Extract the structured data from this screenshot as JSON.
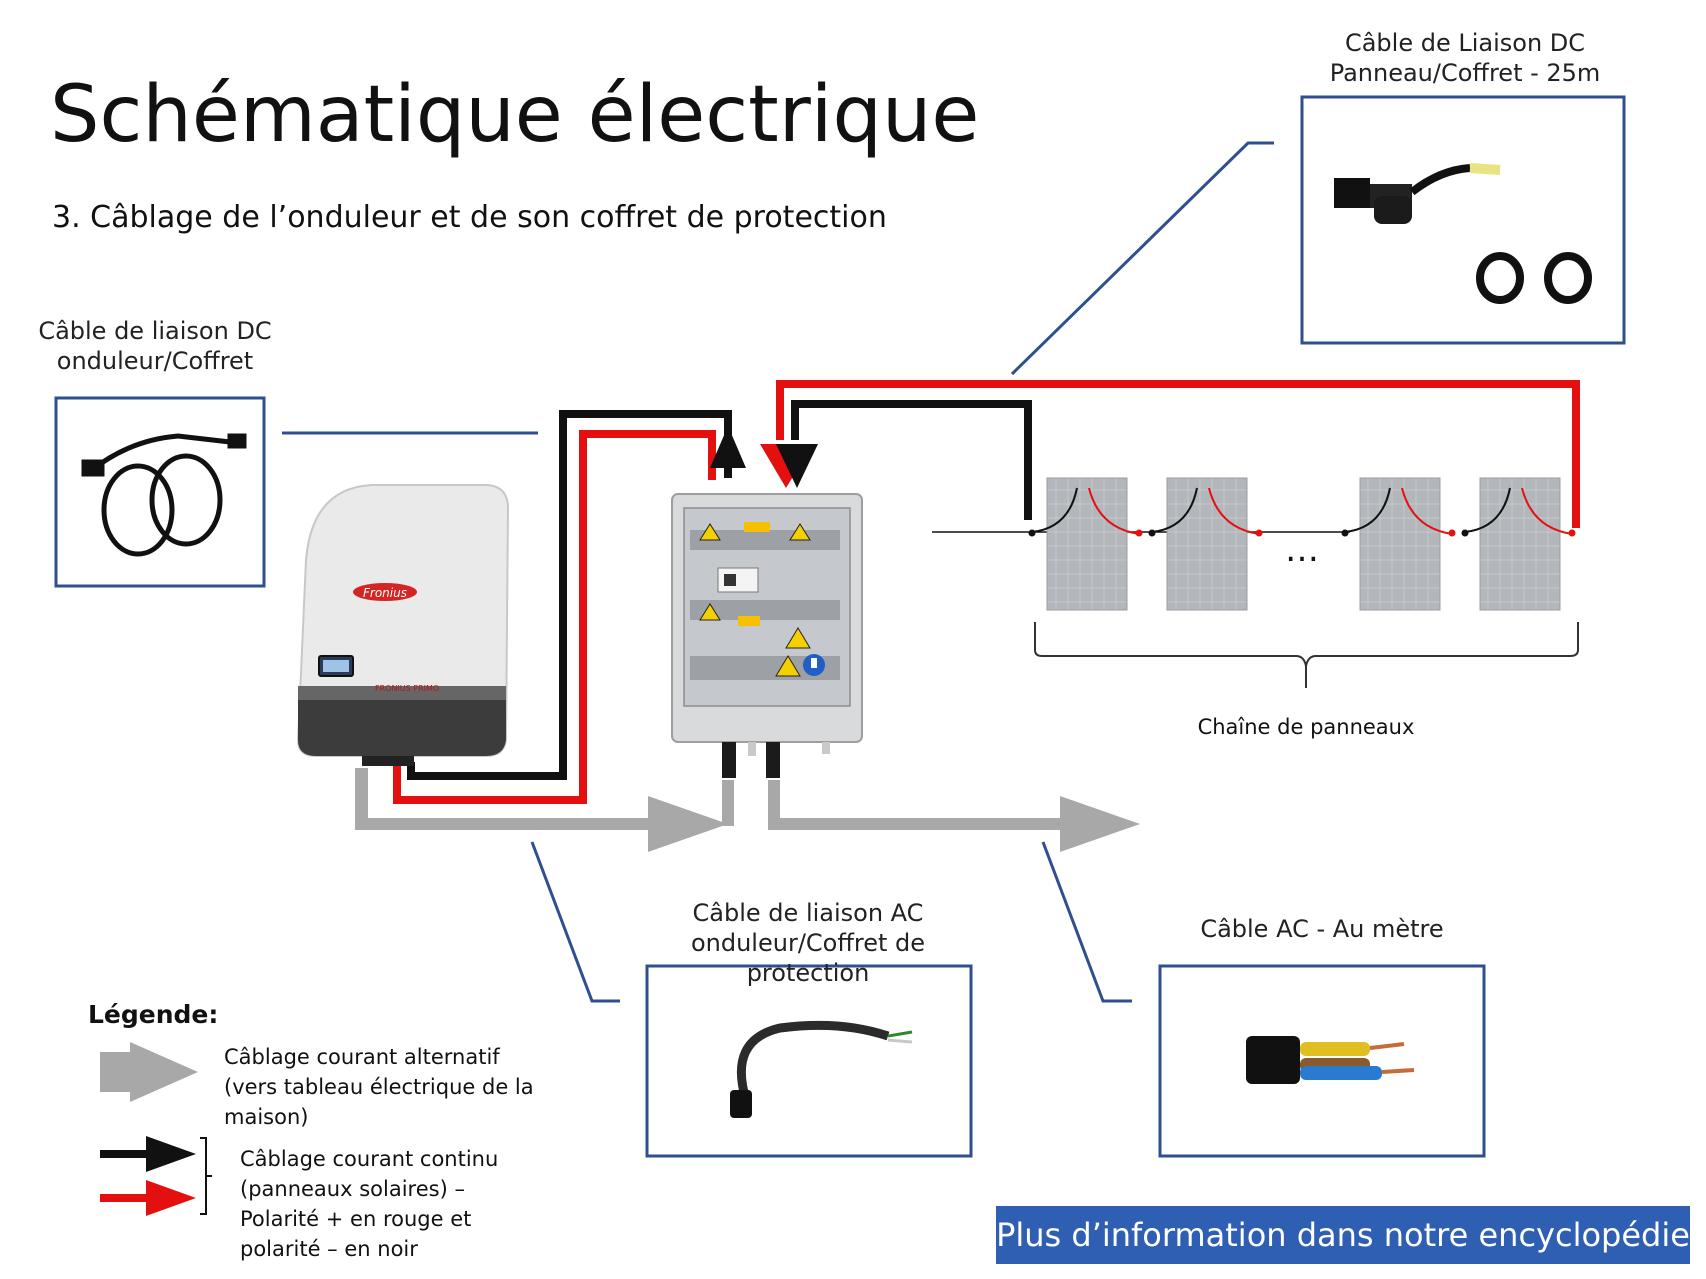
{
  "title": "Schématique électrique",
  "subtitle": "3. Câblage de l’onduleur et de son coffret de protection",
  "labels": {
    "dc_panel_cable": "Câble de Liaison DC Panneau/Coffret - 25m",
    "dc_inverter_cable": "Câble de liaison DC onduleur/Coffret",
    "ac_inverter_cable": "Câble de liaison AC onduleur/Coffret de protection",
    "ac_cable": "Câble AC - Au mètre",
    "panel_string": "Chaîne de panneaux",
    "ellipsis": "…"
  },
  "inverter": {
    "brand": "Fronius",
    "model": "FRONIUS PRIMO"
  },
  "legend": {
    "title": "Légende:",
    "ac": "Câblage courant alternatif (vers tableau électrique de la maison)",
    "dc": "Câblage courant continu (panneaux solaires) – Polarité + en rouge et polarité – en noir"
  },
  "info_link": "Plus d’information dans notre encyclopédie",
  "colors": {
    "positive": "#e41010",
    "negative": "#111111",
    "ac": "#a8a8a8",
    "frame": "#2f4f8f",
    "link_bg": "#2f5fb3"
  }
}
